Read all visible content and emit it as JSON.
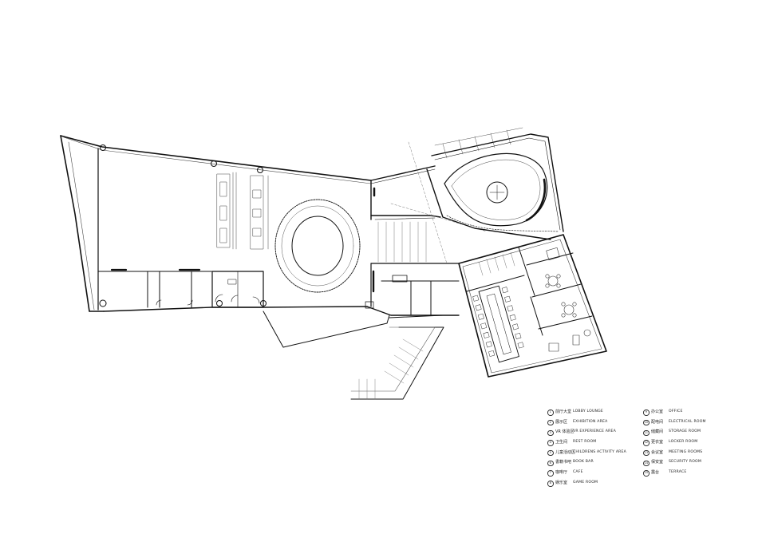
{
  "legend": {
    "col1": [
      {
        "num": "1",
        "cn": "前厅大堂",
        "en": "LOBBY LOUNGE"
      },
      {
        "num": "2",
        "cn": "展示区",
        "en": "EXHIBITION AREA"
      },
      {
        "num": "3",
        "cn": "VR 体验区",
        "en": "VR EXPERIENCE AREA"
      },
      {
        "num": "4",
        "cn": "卫生间",
        "en": "REST ROOM"
      },
      {
        "num": "5",
        "cn": "儿童活动区",
        "en": "CHILDRENS ACTIVITY AREA"
      },
      {
        "num": "6",
        "cn": "書籍书吧",
        "en": "BOOK BAR"
      },
      {
        "num": "7",
        "cn": "咖啡厅",
        "en": "CAFE"
      },
      {
        "num": "8",
        "cn": "娱乐室",
        "en": "GAME ROOM"
      }
    ],
    "col2": [
      {
        "num": "9",
        "cn": "办公室",
        "en": "OFFICE"
      },
      {
        "num": "10",
        "cn": "配电间",
        "en": "ELECTRICAL ROOM"
      },
      {
        "num": "11",
        "cn": "储藏间",
        "en": "STORAGE ROOM"
      },
      {
        "num": "12",
        "cn": "更衣室",
        "en": "LOCKER ROOM"
      },
      {
        "num": "13",
        "cn": "会议室",
        "en": "MEETING ROOMS"
      },
      {
        "num": "14",
        "cn": "保安室",
        "en": "SECURITY ROOM"
      },
      {
        "num": "15",
        "cn": "露台",
        "en": "TERRACE"
      }
    ]
  },
  "colors": {
    "line": "#111111",
    "thin": "#555555",
    "dash": "#777777"
  }
}
